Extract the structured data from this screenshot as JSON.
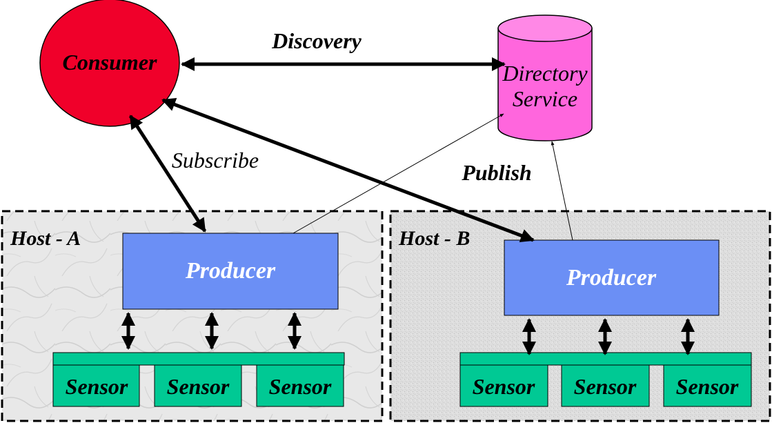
{
  "diagram": {
    "consumer": {
      "label": "Consumer",
      "color": "#f0002a"
    },
    "directory": {
      "line1": "Directory",
      "line2": "Service",
      "color": "#ff66dd"
    },
    "edges": {
      "discovery": "Discovery",
      "subscribe": "Subscribe",
      "publish": "Publish"
    },
    "hosts": [
      {
        "label": "Host - A",
        "producer": "Producer",
        "sensors": [
          "Sensor",
          "Sensor",
          "Sensor"
        ]
      },
      {
        "label": "Host - B",
        "producer": "Producer",
        "sensors": [
          "Sensor",
          "Sensor",
          "Sensor"
        ]
      }
    ],
    "colors": {
      "producer": "#6b8ff5",
      "sensor": "#00c994",
      "host_a_bg": "#e6e6e6",
      "host_b_bg": "#dcdcd8"
    }
  }
}
